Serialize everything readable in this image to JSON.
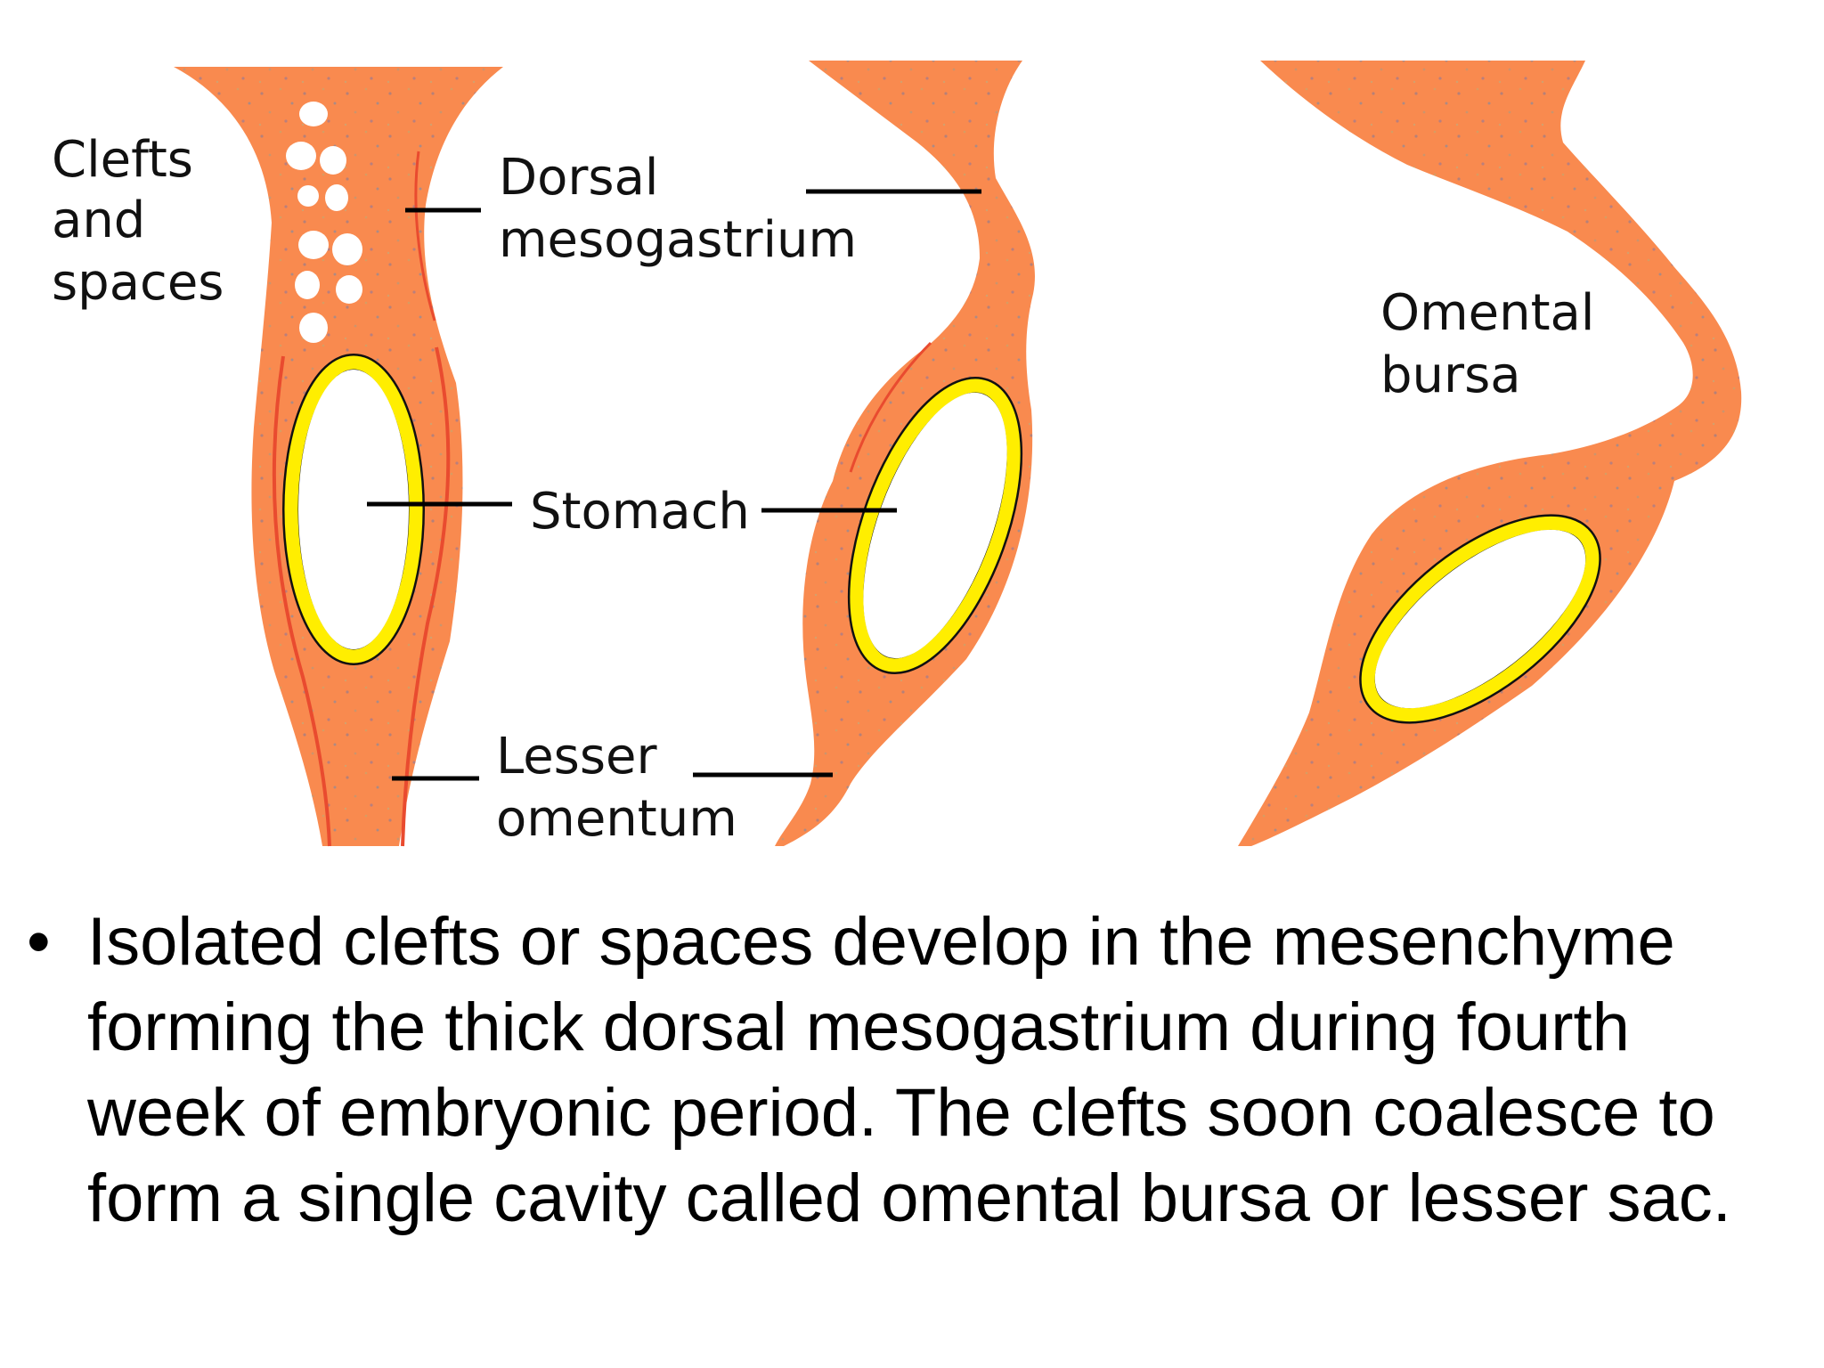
{
  "diagram": {
    "labels": {
      "clefts": [
        "Clefts",
        "and",
        "spaces"
      ],
      "dorsal": [
        "Dorsal",
        "mesogastrium"
      ],
      "stomach": "Stomach",
      "lesser": [
        "Lesser",
        "omentum"
      ],
      "bursa": [
        "Omental",
        "bursa"
      ]
    },
    "colors": {
      "tissue": "#f98a4f",
      "tissue_dark": "#e94b2f",
      "stomach_outline": "#ffee00",
      "stomach_border": "#111111",
      "leader": "#000000"
    }
  },
  "caption": {
    "bullet": "•",
    "text": "Isolated clefts or spaces develop in the mesenchyme forming the thick dorsal mesogastrium during fourth week of embryonic period. The clefts soon coalesce to form a single cavity called omental bursa or lesser sac."
  }
}
